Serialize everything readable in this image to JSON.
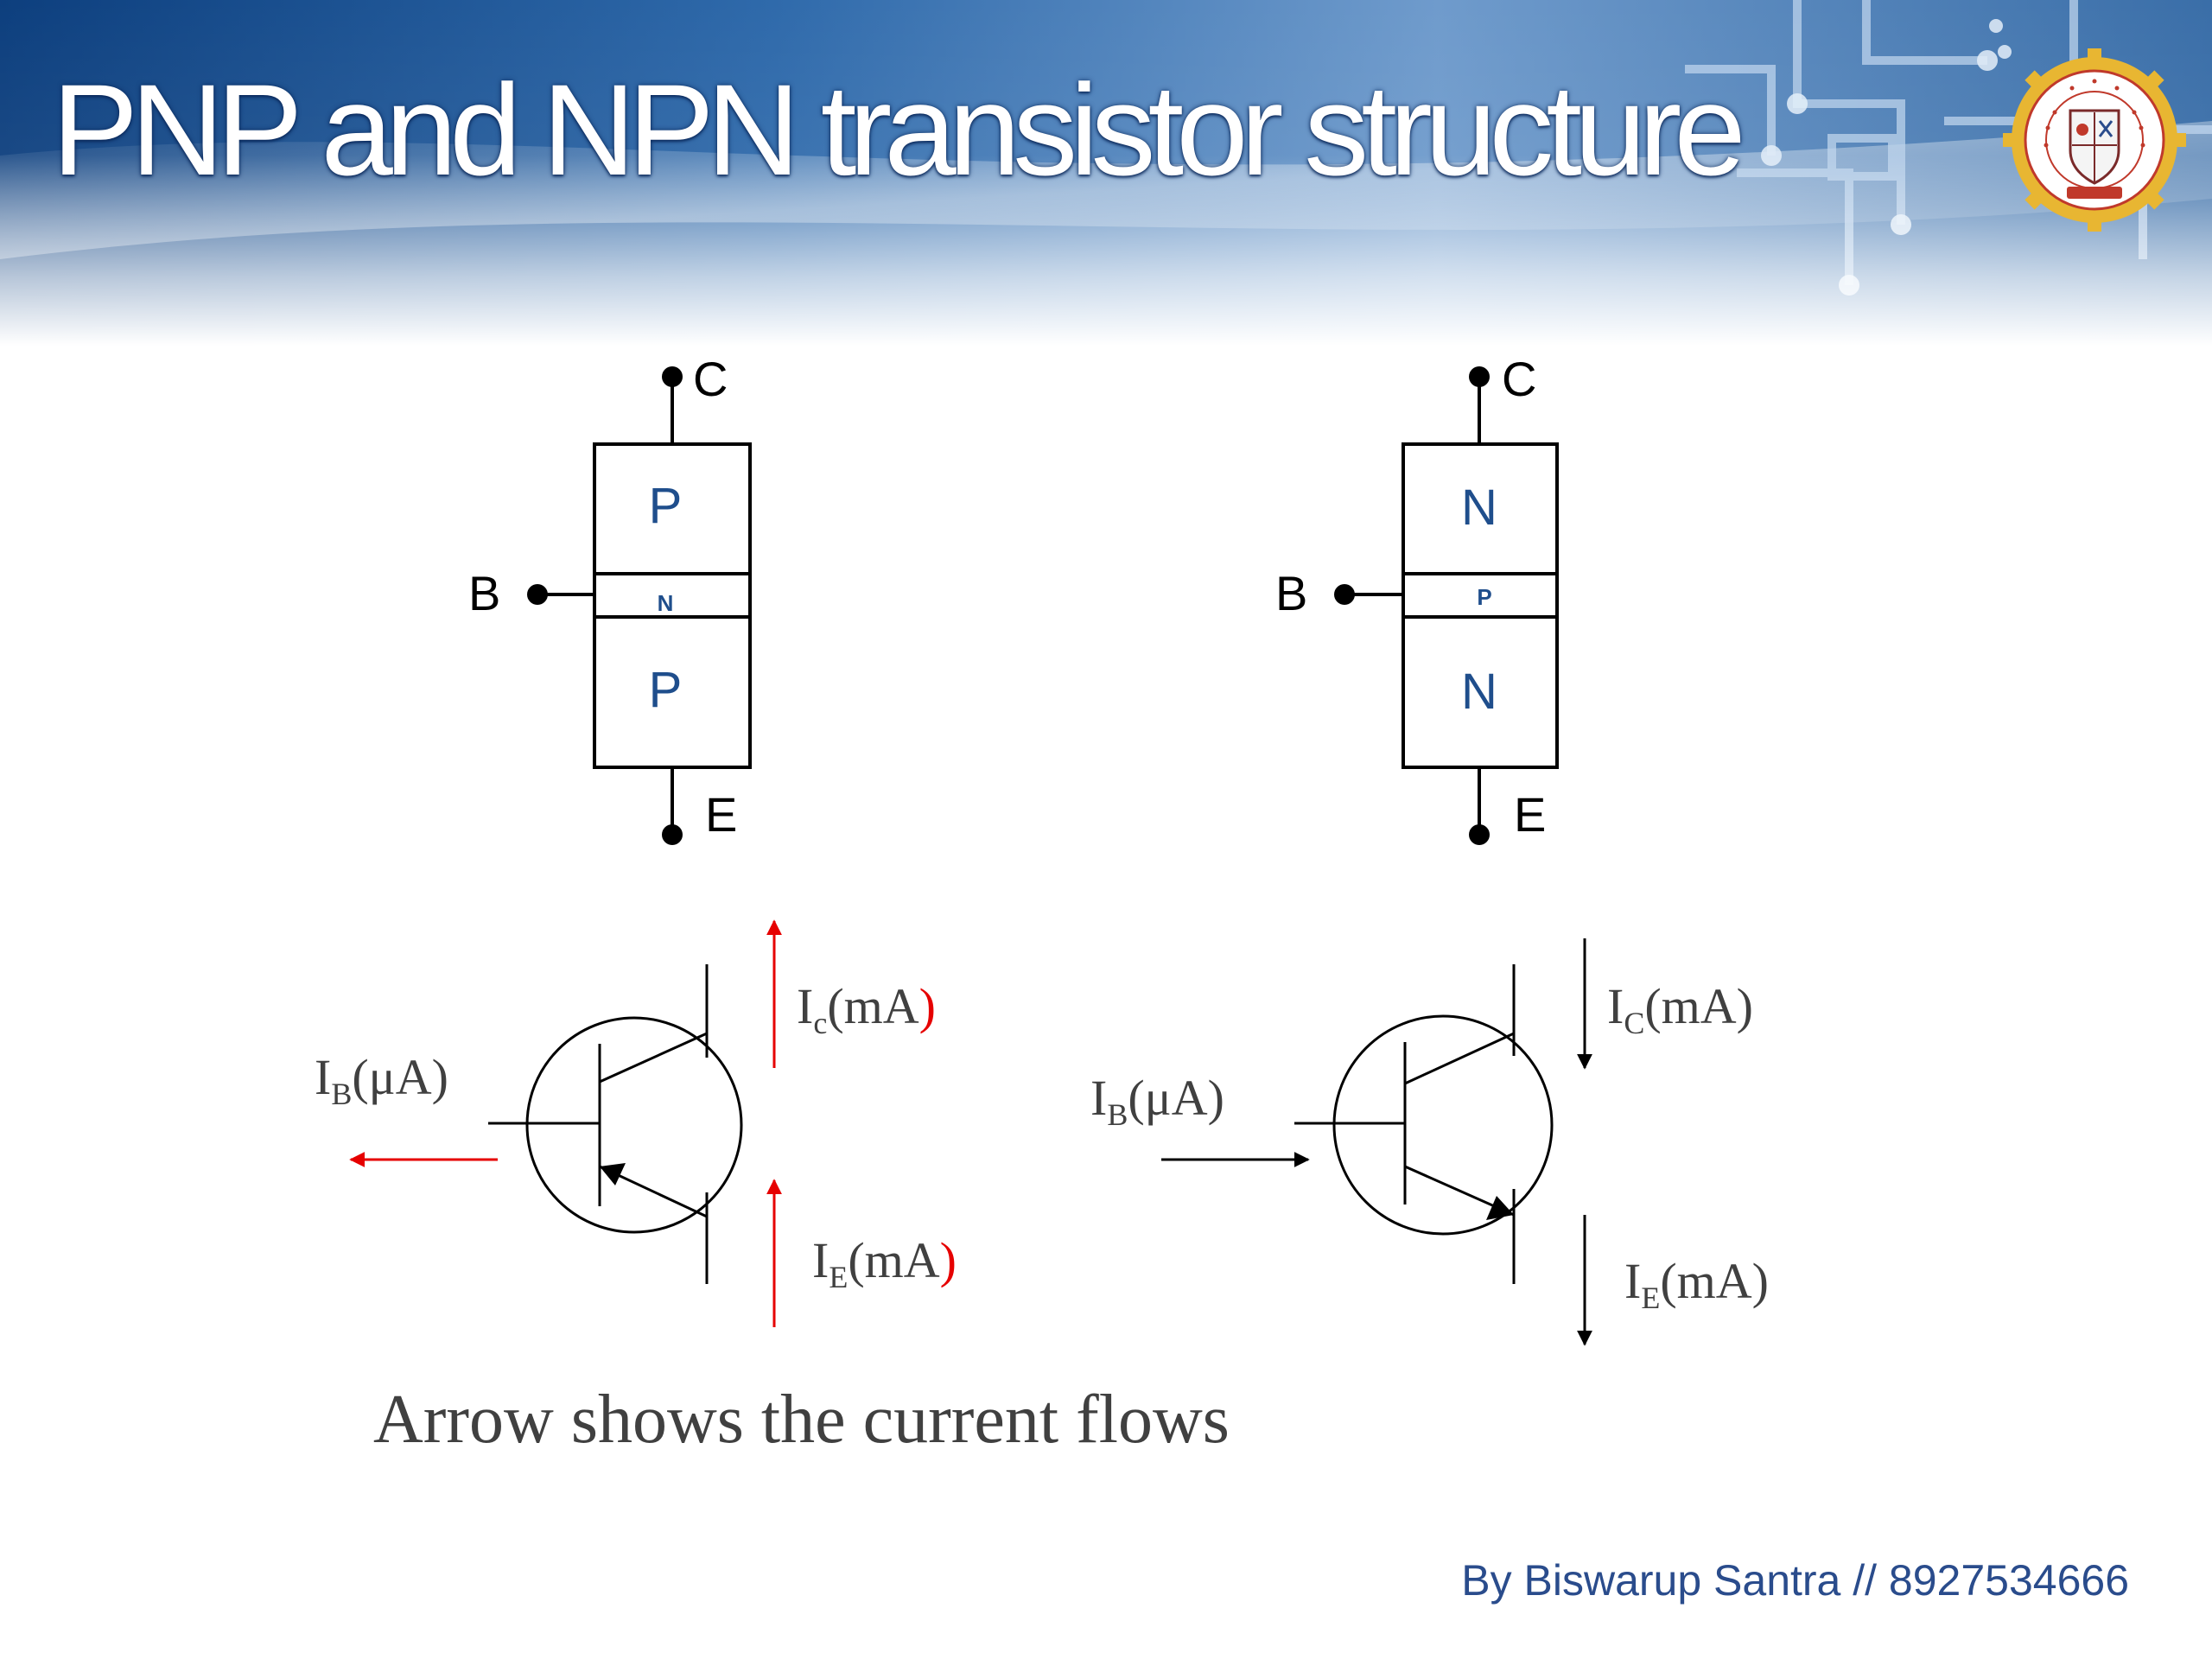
{
  "slide": {
    "title": "PNP and NPN transistor  structure",
    "caption": "Arrow shows the current flows",
    "footer": "By Biswarup Santra // 8927534666"
  },
  "pnp_structure": {
    "top_region": "P",
    "middle_region": "N",
    "bottom_region": "P",
    "collector_label": "C",
    "base_label": "B",
    "emitter_label": "E"
  },
  "npn_structure": {
    "top_region": "N",
    "middle_region": "P",
    "bottom_region": "N",
    "collector_label": "C",
    "base_label": "B",
    "emitter_label": "E"
  },
  "pnp_symbol": {
    "base_current": {
      "main": "I",
      "sub": "B",
      "unit": "(μA)"
    },
    "collector_current": {
      "main": "I",
      "sub": "c",
      "unit": "(mA",
      "close": ")"
    },
    "emitter_current": {
      "main": "I",
      "sub": "E",
      "unit": "(mA",
      "close": ")"
    }
  },
  "npn_symbol": {
    "base_current": {
      "main": "I",
      "sub": "B",
      "unit": "(μA)"
    },
    "collector_current": {
      "main": "I",
      "sub": "C",
      "unit": "(mA)"
    },
    "emitter_current": {
      "main": "I",
      "sub": "E",
      "unit": "(mA)"
    }
  },
  "colors": {
    "banner_dark": "#0d3f7e",
    "banner_mid": "#5f8fc4",
    "region_text": "#1f4e8c",
    "pnp_arrow": "#e60000",
    "line": "#000000",
    "footer_text": "#2a4c8c"
  }
}
